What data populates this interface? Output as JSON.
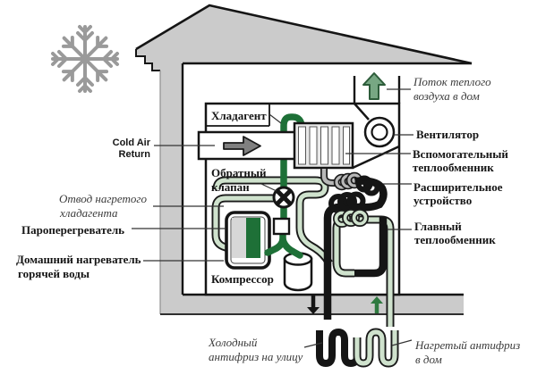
{
  "labels": {
    "refrigerant": "Хладагент",
    "cold_air_return": [
      "Cold Air",
      "Return"
    ],
    "check_valve": [
      "Обратный",
      "клапан"
    ],
    "heated_refrigerant_outlet": [
      "Отвод нагретого",
      "хладагента"
    ],
    "superheater": "Пароперегреватель",
    "water_heater": [
      "Домашний нагреватель",
      "горячей воды"
    ],
    "compressor": "Компрессор",
    "warm_air_flow": [
      "Поток теплого",
      "воздуха в дом"
    ],
    "fan": "Вентилятор",
    "aux_heat_exchanger": [
      "Вспомогательный",
      "теплообменник"
    ],
    "expansion_device": [
      "Расширительное",
      "устройство"
    ],
    "main_heat_exchanger": [
      "Главный",
      "теплообменник"
    ],
    "cold_antifreeze_out": [
      "Холодный",
      "антифриз на улицу"
    ],
    "heated_antifreeze_in": [
      "Нагретый антифриз",
      "в дом"
    ]
  },
  "colors": {
    "structure_gray": "#cbcbcb",
    "outline_black": "#151515",
    "pipe_dark_green": "#1e7037",
    "pipe_light_green": "#cfe2cd",
    "pipe_gray": "#b8b8b8",
    "duct_arrow_gray": "#808080",
    "vent_arrow_green": "#77a783",
    "floor_arrow_green": "#2f7a40",
    "snowflake_gray": "#9a9a9a"
  }
}
